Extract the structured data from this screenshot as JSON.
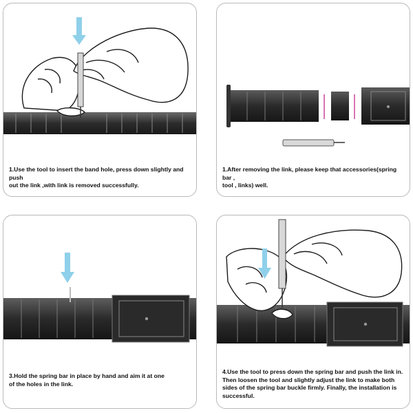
{
  "steps": [
    {
      "caption": "1.Use the tool to insert the band hole, press down slightly and push\n  out the link ,with link is removed successfully."
    },
    {
      "caption": "1.After removing the link, please keep that accessories(spring bar ,\n  tool , links) well."
    },
    {
      "caption": "3.Hold the spring bar in place by hand and aim it at one\n  of the holes in the link."
    },
    {
      "caption": "4.Use the tool to press down the spring bar and push the link in.\n   Then loosen the tool and slightly adjust the link to make both\n sides of the spring bar buckle firmly. Finally, the installation is\nsuccessful."
    }
  ],
  "colors": {
    "border": "#b9b9b9",
    "arrow": "#8fd0ea",
    "band_dark": "#2e2e2e",
    "band_mid": "#4a4a4a",
    "line_art": "#1a1a1a"
  }
}
